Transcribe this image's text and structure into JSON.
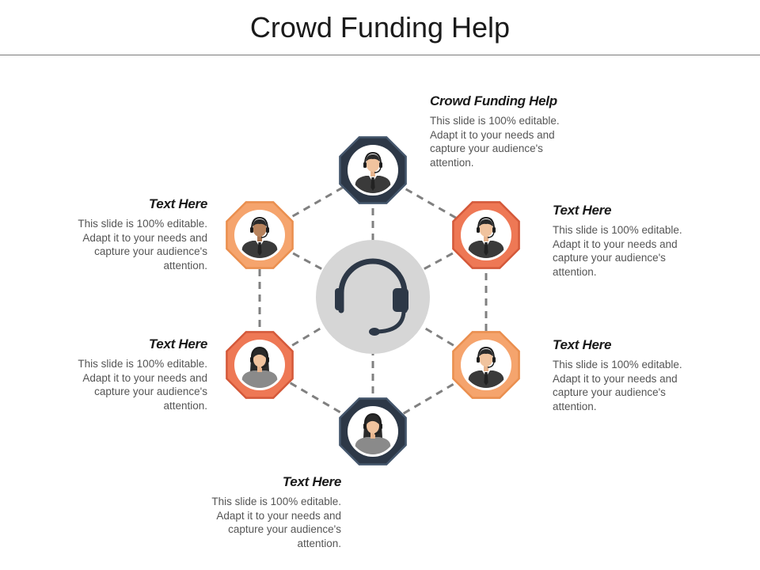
{
  "title": "Crowd Funding Help",
  "colors": {
    "navy": "#2d3847",
    "navy_border": "#45576d",
    "orange": "#ee7855",
    "orange_border": "#d4593a",
    "peach": "#f5a46d",
    "peach_border": "#ea8f4f",
    "center": "#d6d6d6",
    "connector": "#808080"
  },
  "center_icon": "headset-icon",
  "nodes": [
    {
      "id": "top",
      "style": "navy",
      "avatar": "man-headset-avatar"
    },
    {
      "id": "upper-right",
      "style": "orange",
      "avatar": "man-headset-avatar"
    },
    {
      "id": "lower-right",
      "style": "peach",
      "avatar": "man-headset-avatar"
    },
    {
      "id": "bottom",
      "style": "navy",
      "avatar": "woman-headset-avatar"
    },
    {
      "id": "lower-left",
      "style": "orange",
      "avatar": "woman-headset-avatar"
    },
    {
      "id": "upper-left",
      "style": "peach",
      "avatar": "man-headset-avatar"
    }
  ],
  "text_blocks": {
    "top": {
      "heading": "Crowd Funding Help",
      "body": "This slide is 100% editable. Adapt it to your needs and capture your audience's attention."
    },
    "upper_right": {
      "heading": "Text Here",
      "body": "This slide is 100% editable. Adapt it to your needs and capture your audience's attention."
    },
    "lower_right": {
      "heading": "Text Here",
      "body": "This slide is 100% editable. Adapt it to your needs and capture your audience's attention."
    },
    "bottom": {
      "heading": "Text Here",
      "body": "This slide is 100% editable. Adapt it to your needs and capture your audience's attention."
    },
    "lower_left": {
      "heading": "Text Here",
      "body": "This slide is 100% editable. Adapt it to your needs and capture your audience's attention."
    },
    "upper_left": {
      "heading": "Text Here",
      "body": "This slide is 100% editable. Adapt it to your needs and capture your audience's attention."
    }
  }
}
